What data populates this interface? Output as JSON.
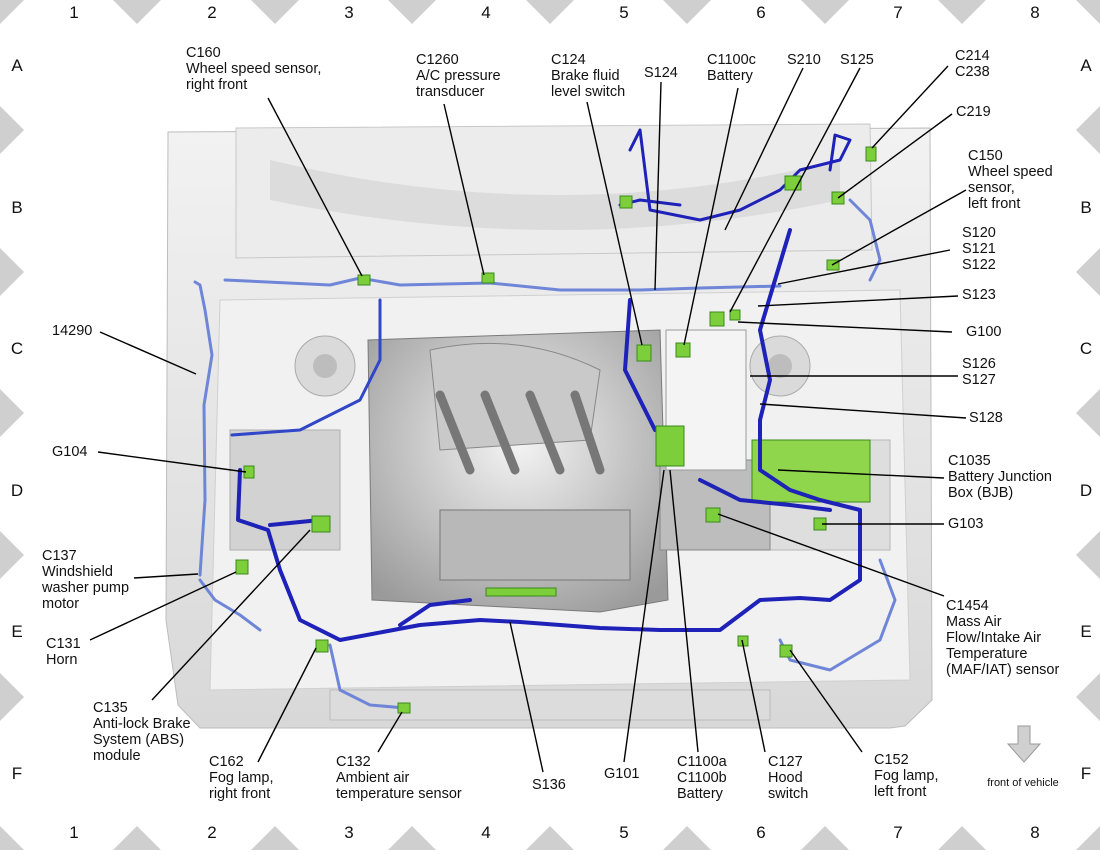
{
  "grid": {
    "columns": [
      "1",
      "2",
      "3",
      "4",
      "5",
      "6",
      "7",
      "8"
    ],
    "rows": [
      "A",
      "B",
      "C",
      "D",
      "E",
      "F"
    ]
  },
  "labels": {
    "c160": [
      "C160",
      "Wheel speed sensor,",
      "right front"
    ],
    "c1260": [
      "C1260",
      "A/C pressure",
      "transducer"
    ],
    "c124": [
      "C124",
      "Brake fluid",
      "level switch"
    ],
    "s124": [
      "S124"
    ],
    "c1100c": [
      "C1100c",
      "Battery"
    ],
    "s210": [
      "S210"
    ],
    "s125": [
      "S125"
    ],
    "c214": [
      "C214",
      "C238"
    ],
    "c219": [
      "C219"
    ],
    "c150": [
      "C150",
      "Wheel speed",
      "sensor,",
      "left front"
    ],
    "s120": [
      "S120",
      "S121",
      "S122"
    ],
    "s123": [
      "S123"
    ],
    "g100": [
      "G100"
    ],
    "s126": [
      "S126",
      "S127"
    ],
    "s128": [
      "S128"
    ],
    "c1035": [
      "C1035",
      "Battery Junction",
      "Box (BJB)"
    ],
    "g103": [
      "G103"
    ],
    "c1454": [
      "C1454",
      "Mass Air",
      "Flow/Intake Air",
      "Temperature",
      "(MAF/IAT) sensor"
    ],
    "n14290": [
      "14290"
    ],
    "g104": [
      "G104"
    ],
    "c137": [
      "C137",
      "Windshield",
      "washer pump",
      "motor"
    ],
    "c131": [
      "C131",
      "Horn"
    ],
    "c135": [
      "C135",
      "Anti-lock Brake",
      "System (ABS)",
      "module"
    ],
    "c162": [
      "C162",
      "Fog lamp,",
      "right front"
    ],
    "c132": [
      "C132",
      "Ambient air",
      "temperature sensor"
    ],
    "s136": [
      "S136"
    ],
    "g101": [
      "G101"
    ],
    "c1100a": [
      "C1100a",
      "C1100b",
      "Battery"
    ],
    "c127": [
      "C127",
      "Hood",
      "switch"
    ],
    "c152": [
      "C152",
      "Fog lamp,",
      "left front"
    ]
  },
  "front_of_vehicle": "front of vehicle",
  "colors": {
    "harness_dark": "#1e22b8",
    "harness_light": "#6f86d8",
    "connector": "#7ccf3a",
    "body": "#e6e6e6",
    "border_diamond": "#cfcfcf"
  }
}
